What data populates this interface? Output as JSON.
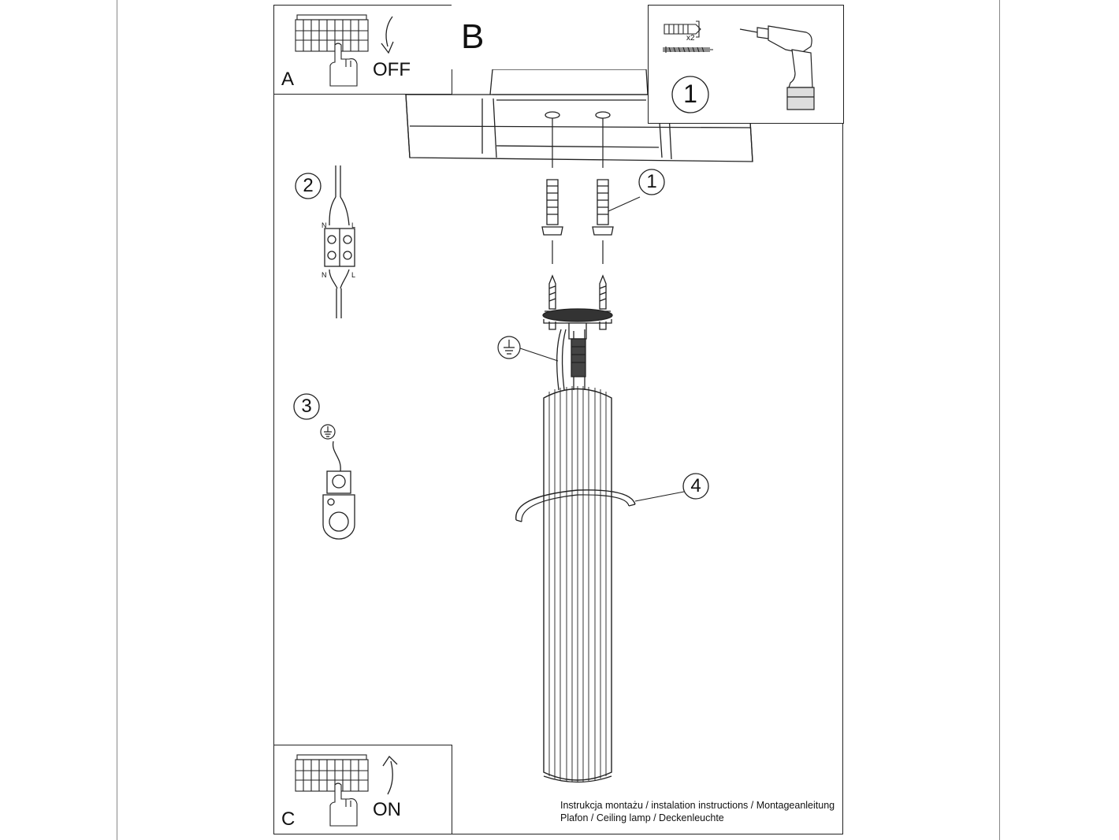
{
  "panels": {
    "a": {
      "letter": "A",
      "action": "OFF"
    },
    "b": {
      "letter": "B"
    },
    "c": {
      "letter": "C",
      "action": "ON"
    }
  },
  "kit": {
    "quantity": "x2",
    "step": "1"
  },
  "callouts": {
    "step1": "1",
    "step2": "2",
    "step3": "3",
    "step4": "4"
  },
  "terminal_labels": {
    "neutral": "N",
    "live": "L"
  },
  "footer": {
    "line1": "Instrukcja montażu / instalation instructions / Montageanleitung",
    "line2": "Plafon / Ceiling lamp / Deckenleuchte"
  },
  "icons": [
    "power-switch-icon",
    "hand-icon",
    "drill-icon",
    "anchor-icon",
    "screw-icon",
    "ground-symbol-icon"
  ]
}
